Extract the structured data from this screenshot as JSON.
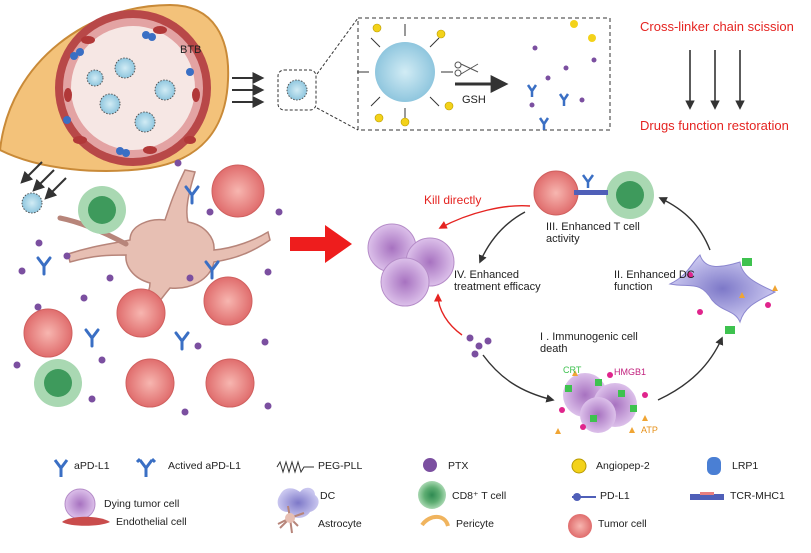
{
  "top": {
    "btb_label": "BTB",
    "gsh_label": "GSH",
    "cleavage_title": "Cross-linker chain scission",
    "restoration_title": "Drugs function restoration"
  },
  "cycle": {
    "kill_directly": "Kill directly",
    "step_1": "I . Immunogenic cell death",
    "step_2": "II. Enhanced DC function",
    "step_3": "III. Enhanced T cell activity",
    "step_4": "IV. Enhanced treatment efficacy",
    "crt": "CRT",
    "hmgb1": "HMGB1",
    "atp": "ATP"
  },
  "legend": {
    "apdl1": "aPD-L1",
    "activated_apdl1": "Actived aPD-L1",
    "peg_pll": "PEG-PLL",
    "ptx": "PTX",
    "angiopep": "Angiopep-2",
    "lrp1": "LRP1",
    "dying_tumor": "Dying tumor cell",
    "dc": "DC",
    "cd8": "CD8⁺ T cell",
    "pdl1": "PD-L1",
    "tcr": "TCR-MHC1",
    "endothelial": "Endothelial cell",
    "astrocyte": "Astrocyte",
    "pericyte": "Pericyte",
    "tumor_cell": "Tumor cell"
  },
  "colors": {
    "accent_red": "#e52421",
    "ptx_purple": "#7b4fa0",
    "antibody_blue": "#3a6fc4",
    "tumor_pink": "#e97f7f",
    "tcell_green": "#7cbf8c",
    "dying_purple": "#c9a3d9",
    "dc_lavender": "#b9b5e3",
    "vessel_red": "#c94c4c",
    "pericyte_orange": "#f0b45e",
    "angiopep_yellow": "#f3d21a"
  }
}
